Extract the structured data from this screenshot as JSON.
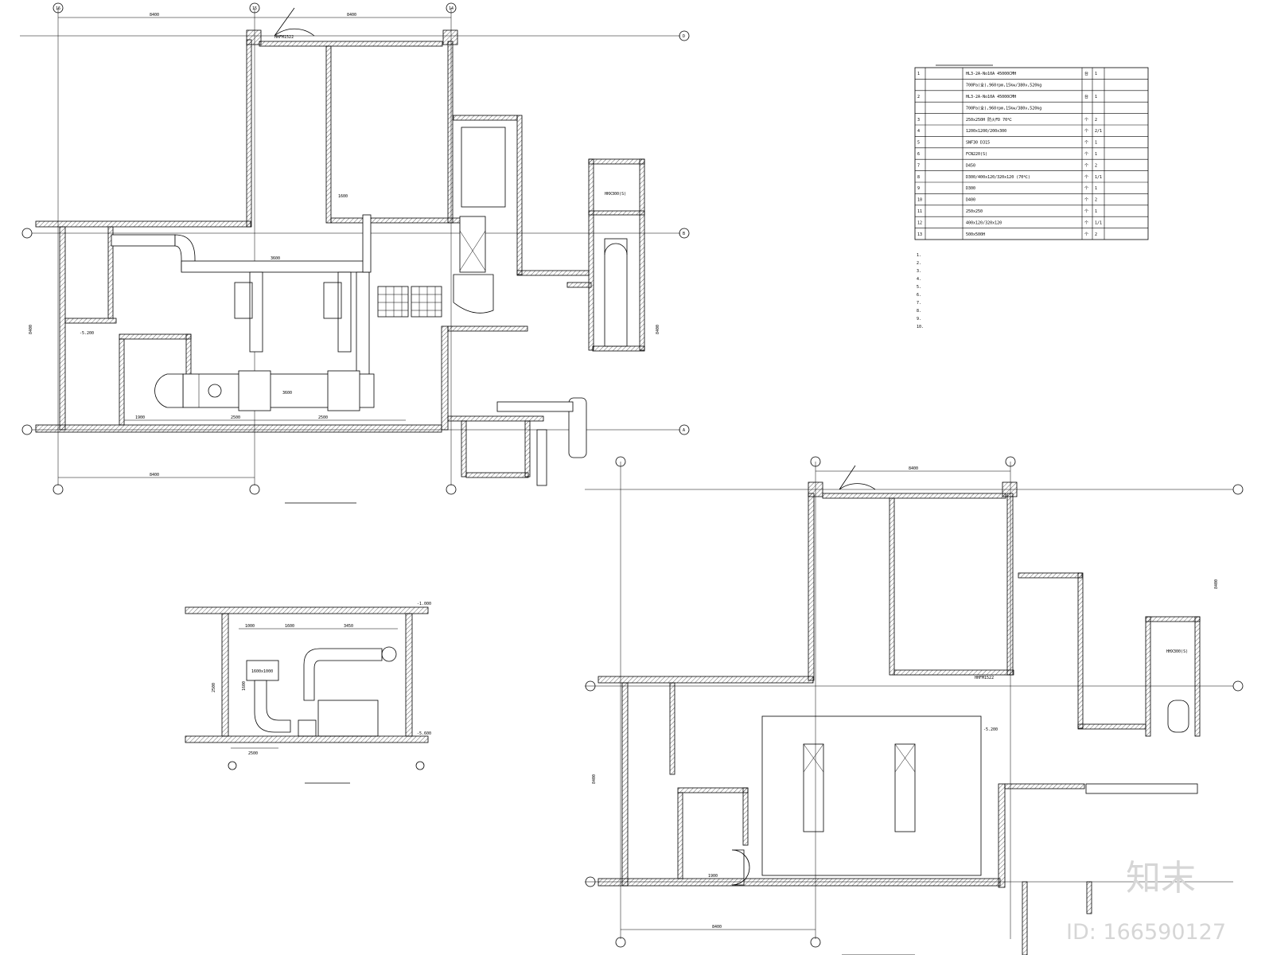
{
  "plan1": {
    "dims_top": [
      "8400",
      "8400"
    ],
    "dim_bottom": "8400",
    "dim_side": "8400",
    "axis_labels_top": [
      "16",
      "15",
      "14"
    ],
    "axis_labels_right": [
      "D",
      "B",
      "A"
    ],
    "main_duct_1": "3600",
    "main_duct_2": "3600",
    "dims_bottom_row": [
      "1900",
      "2500",
      "2500"
    ],
    "door_tag_top": "HHFM1522",
    "level_room1": "-5.200",
    "dim_1600": "1600",
    "pit_tag": "HHX300(S)",
    "title": ""
  },
  "plan2": {
    "dim_top": "8400",
    "dim_bottom": "8400",
    "dim_side": "8400",
    "level_tag": "-5.200",
    "dim_1900": "1900",
    "door_tag": "HHFM1522",
    "pit_tag": "HHX300(S)",
    "title": ""
  },
  "section": {
    "level_top": "-1.000",
    "level_bottom": "-5.600",
    "dims": [
      "1000",
      "1600",
      "3450"
    ],
    "box_label": "1600x1000",
    "dim_base": "2500",
    "duct_dim": "1600",
    "title": ""
  },
  "table": {
    "title": "",
    "rows": [
      {
        "no": "1",
        "spec": "HL3-2A-No10A 45000CMH",
        "unit": "台",
        "qty": "1"
      },
      {
        "no": "",
        "spec": "700Pa(全),960rpm,15kw/380v,520kg",
        "unit": "",
        "qty": ""
      },
      {
        "no": "2",
        "spec": "HL3-2A-No10A 45000CMH",
        "unit": "台",
        "qty": "1"
      },
      {
        "no": "",
        "spec": "700Pa(全),960rpm,15kw/380v,520kg",
        "unit": "",
        "qty": ""
      },
      {
        "no": "3",
        "spec": "250x250H 防火FD 70℃",
        "unit": "个",
        "qty": "2"
      },
      {
        "no": "4",
        "spec": "1200x1200/200x300",
        "unit": "个",
        "qty": "2/1"
      },
      {
        "no": "5",
        "spec": "SNF30 D315",
        "unit": "个",
        "qty": "1"
      },
      {
        "no": "6",
        "spec": "FCN220(S)",
        "unit": "个",
        "qty": "1"
      },
      {
        "no": "7",
        "spec": "D450",
        "unit": "个",
        "qty": "2"
      },
      {
        "no": "8",
        "spec": "D300/400x120/320x120 (70℃)",
        "unit": "个",
        "qty": "1/1"
      },
      {
        "no": "9",
        "spec": "D300",
        "unit": "个",
        "qty": "1"
      },
      {
        "no": "10",
        "spec": "D400",
        "unit": "个",
        "qty": "2"
      },
      {
        "no": "11",
        "spec": "250x250",
        "unit": "个",
        "qty": "1"
      },
      {
        "no": "12",
        "spec": "400x120/320x120",
        "unit": "个",
        "qty": "1/1"
      },
      {
        "no": "13",
        "spec": "500x500H",
        "unit": "个",
        "qty": "2"
      }
    ],
    "notes": [
      "1.",
      "2.",
      "3.",
      "4.",
      "5.",
      "6.",
      "7.",
      "8.",
      "9.",
      "10."
    ]
  },
  "watermark": {
    "brand": "知末",
    "id": "ID: 166590127"
  }
}
